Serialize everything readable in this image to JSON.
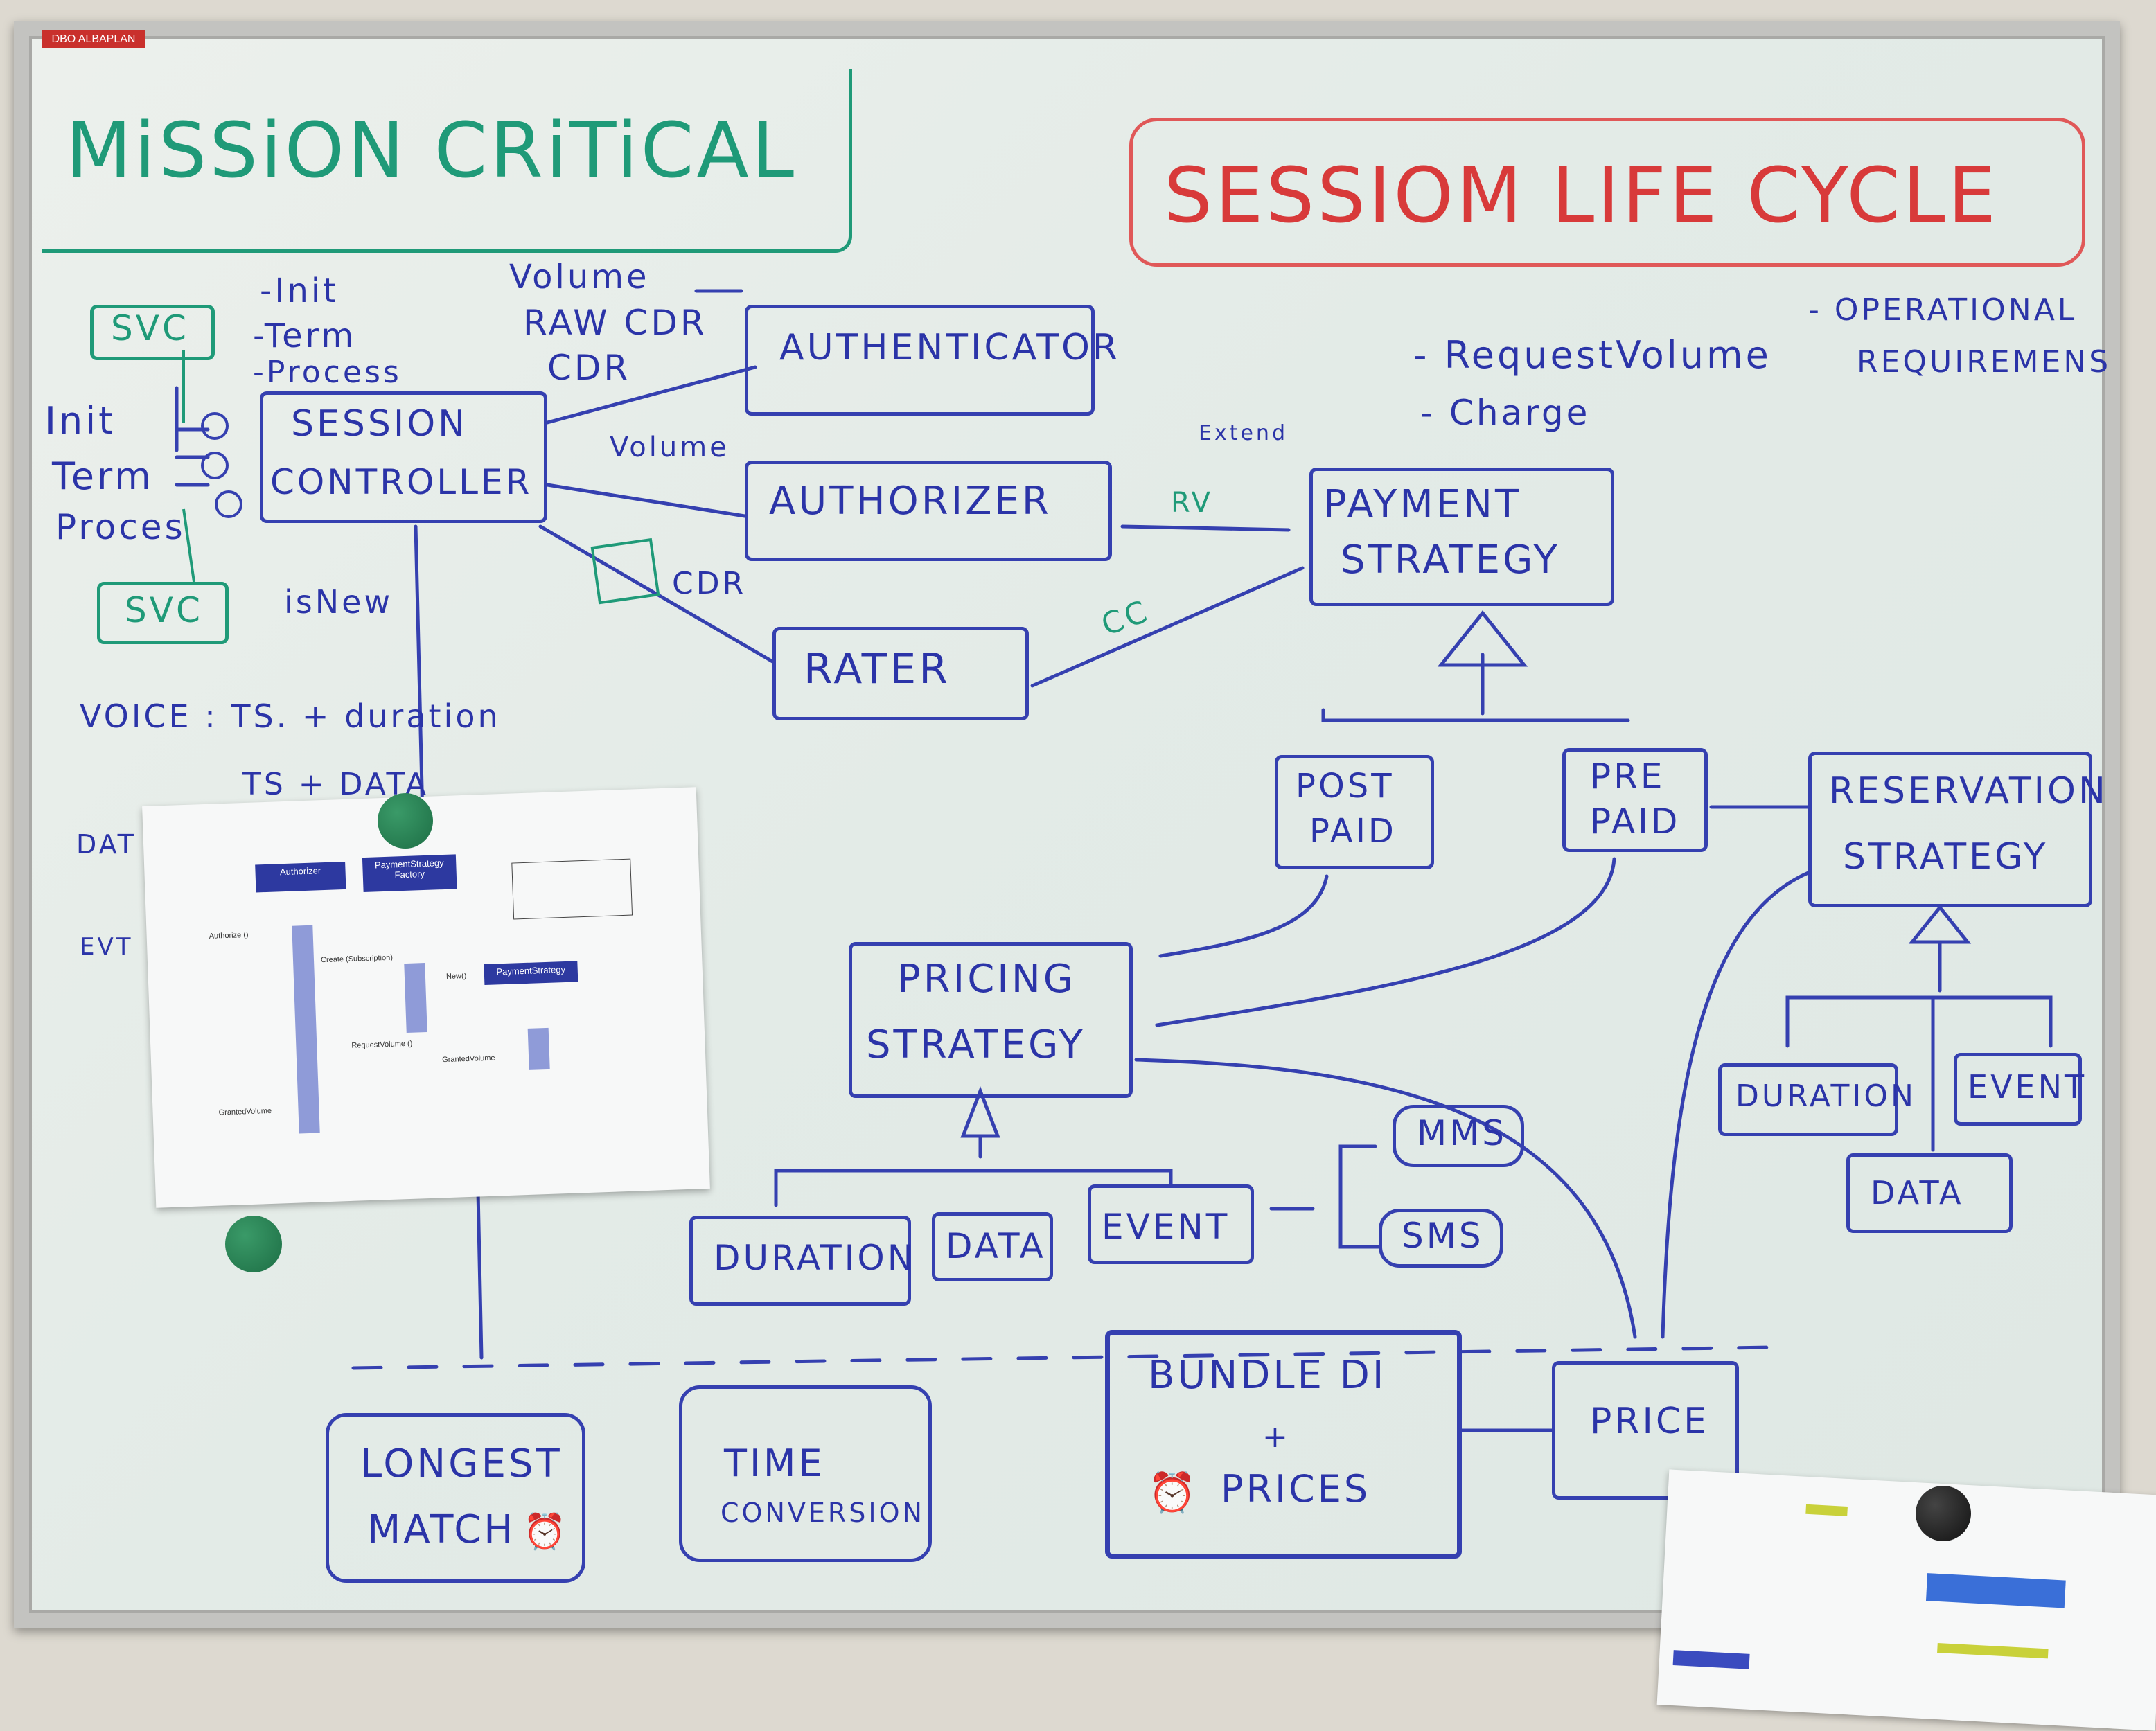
{
  "board": {
    "brand": "DBO ALBAPLAN",
    "title_left": "MiSSiON CRiTiCAL",
    "title_right": "SESSIOM LIFE CYCLE"
  },
  "notes": {
    "init": "-Init",
    "term": "-Term",
    "process": "-Process",
    "volume": "Volume",
    "rawcdr": "RAW CDR",
    "cdr": "CDR",
    "init2": "Init",
    "term2": "Term",
    "proces2": "Proces",
    "svc": "SVC",
    "svc2": "SVC",
    "volume2": "Volume",
    "isnew": "isNew",
    "cdr2": "CDR",
    "voice": "VOICE :  TS.  + duration",
    "data_ts": "TS  +  DATA",
    "dat": "DAT",
    "evt": "EVT",
    "request": "- RequestVolume",
    "charge": "- Charge",
    "operational": "- OPERATIONAL",
    "requirements": "REQUIREMENS",
    "rv": "RV",
    "cc": "CC",
    "extend": "Extend"
  },
  "boxes": {
    "session_controller": [
      "SESSION",
      "CONTROLLER"
    ],
    "authenticator": "AUTHENTICATOR",
    "authorizer": "AUTHORIZER",
    "rater": "RATER",
    "payment_strategy": [
      "PAYMENT",
      "STRATEGY"
    ],
    "post_paid": [
      "POST",
      "PAID"
    ],
    "pre_paid": [
      "PRE",
      "PAID"
    ],
    "reservation_strategy": [
      "RESERVATION",
      "STRATEGY"
    ],
    "pricing_strategy": [
      "PRICING",
      "STRATEGY"
    ],
    "duration": "DURATION",
    "data": "DATA",
    "event": "EVENT",
    "mms": "MMS",
    "sms": "SMS",
    "res_duration": "DURATION",
    "res_event": "EVENT",
    "res_data": "DATA",
    "bundle": [
      "BUNDLE DI",
      "+",
      "PRICES"
    ],
    "price": "PRICE",
    "longest_match": [
      "LONGEST",
      "MATCH"
    ],
    "time_conversion": [
      "TIME",
      "CONVERSION"
    ]
  },
  "paper": {
    "authorizer": "Authorizer",
    "factory": "PaymentStrategy Factory",
    "payment_strategy": "PaymentStrategy",
    "authorize": "Authorize ()",
    "create": "Create (Subscription)",
    "new": "New()",
    "request_volume": "RequestVolume ()",
    "granted_volume": "GrantedVolume",
    "granted_volume2": "GrantedVolume"
  },
  "colors": {
    "marker_blue": "#2b34a8",
    "marker_green": "#1f9a78",
    "marker_red": "#d83a3a",
    "magnet_green": "#1d6e45",
    "magnet_black": "#111111"
  }
}
